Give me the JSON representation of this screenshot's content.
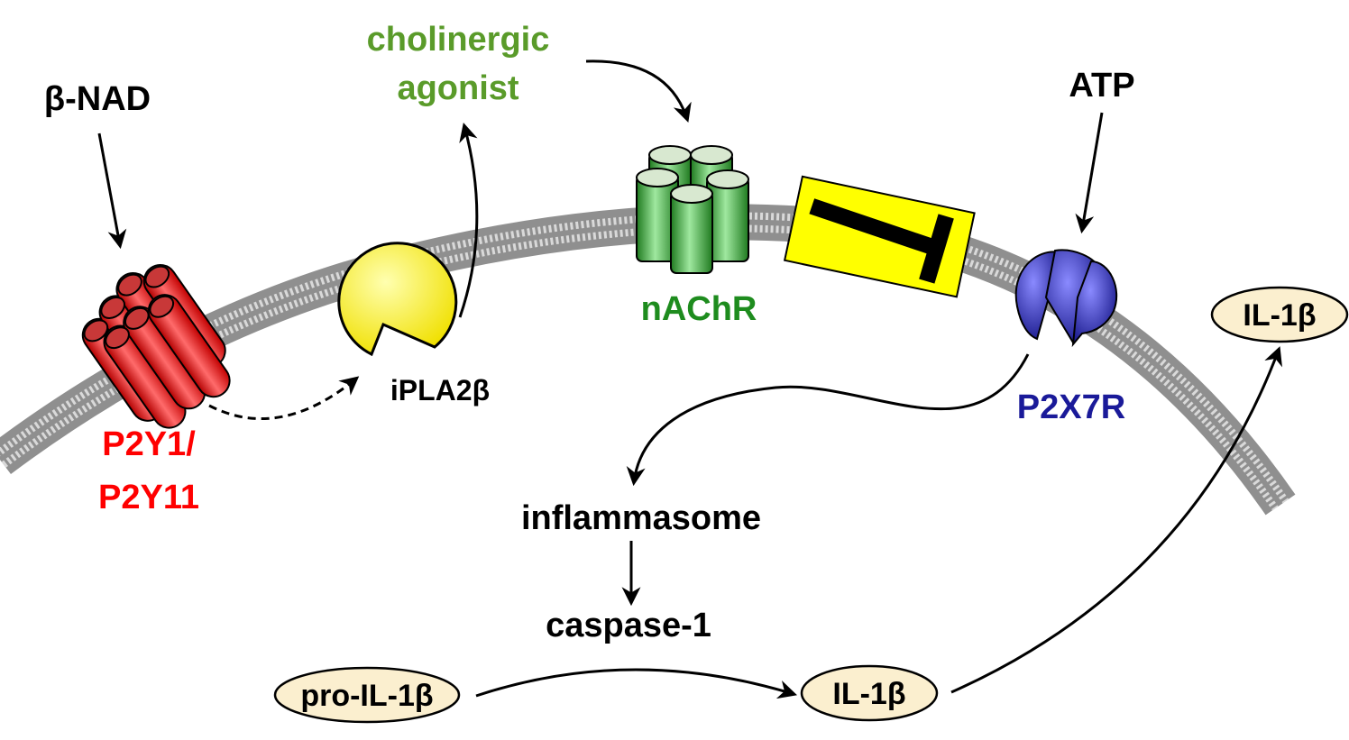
{
  "labels": {
    "beta_nad": "β-NAD",
    "cholinergic_line1": "cholinergic",
    "cholinergic_line2": "agonist",
    "atp": "ATP",
    "p2y_line1": "P2Y1/",
    "p2y_line2": "P2Y11",
    "ipla2b": "iPLA2β",
    "nachr": "nAChR",
    "p2x7r": "P2X7R",
    "inflammasome": "inflammasome",
    "caspase": "caspase-1",
    "pro_il1b": "pro-IL-1β",
    "il1b_inner": "IL-1β",
    "il1b_outer": "IL-1β"
  },
  "colors": {
    "p2y": "#ff0000",
    "cholinergic": "#5a9b2a",
    "nachr": "#1e8c1e",
    "p2x7r": "#1a1a99",
    "ipla": "#ffff00",
    "inhibitor_box": "#ffff00",
    "ellipse_fill": "#fbefcf",
    "membrane": "#8f8f8f"
  },
  "icons": {
    "p2y_receptor": "red-seven-helix-receptor-icon",
    "ipla_enzyme": "yellow-pacman-enzyme-icon",
    "nachr_receptor": "green-pentameric-channel-icon",
    "p2x7_receptor": "blue-trimeric-channel-icon",
    "inhibition": "inhibition-t-bar-icon"
  }
}
